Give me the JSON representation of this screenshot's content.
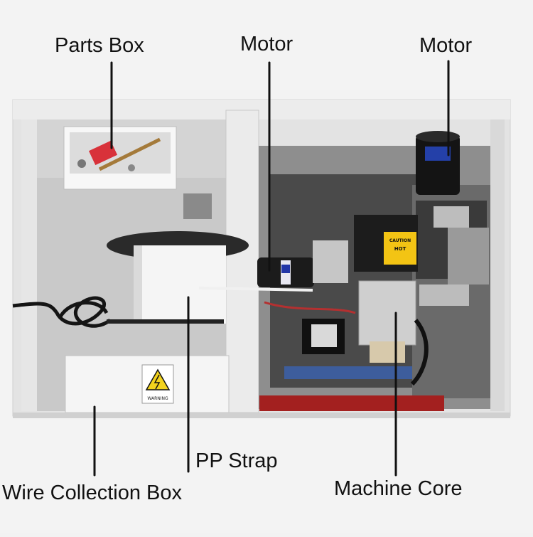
{
  "callouts": {
    "parts_box": "Parts Box",
    "motor_left": "Motor",
    "motor_right": "Motor",
    "pp_strap": "PP Strap",
    "wire_collection_box": "Wire Collection Box",
    "machine_core": "Machine Core"
  },
  "stickers": {
    "caution_title": "CAUTION",
    "caution_hot": "HOT",
    "warning": "WARNING"
  }
}
